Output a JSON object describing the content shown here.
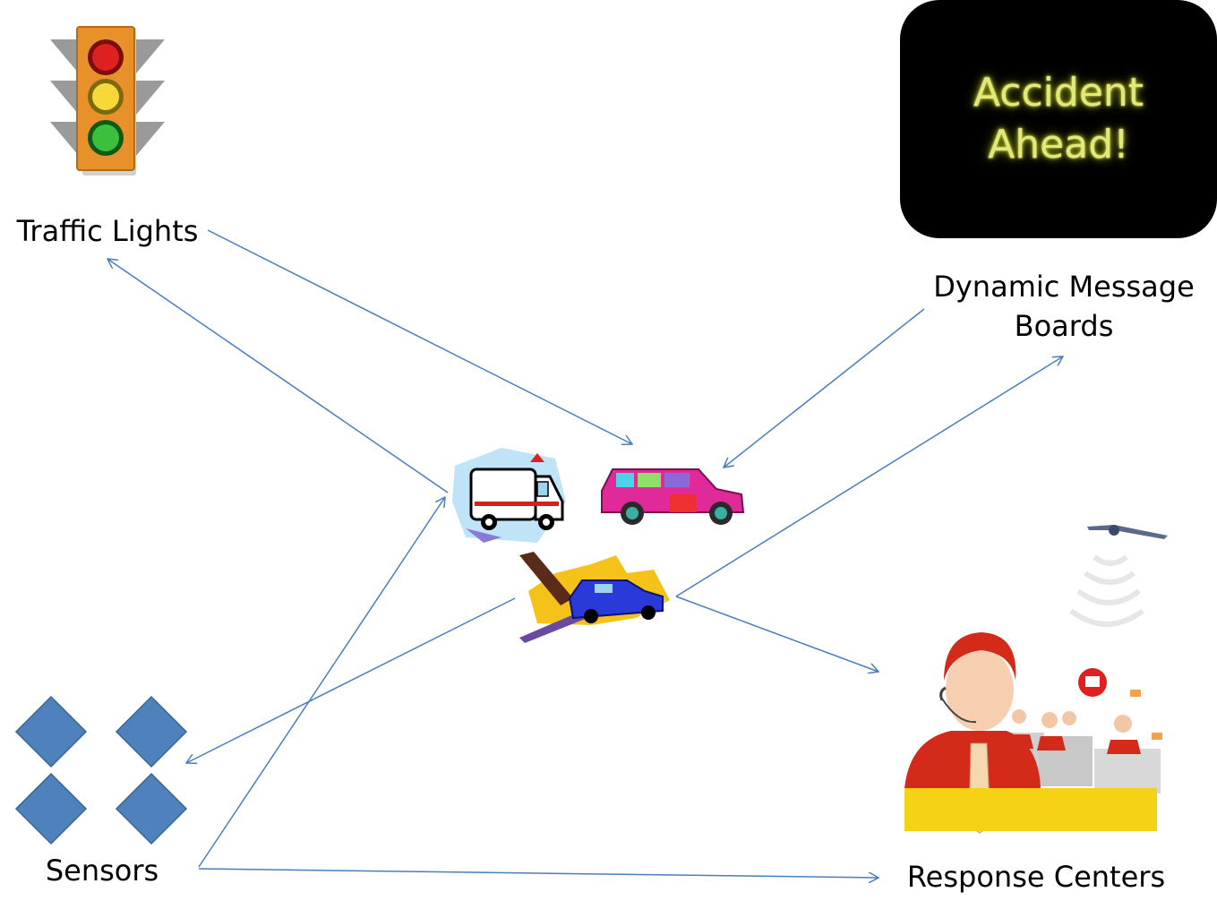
{
  "nodes": {
    "traffic_lights": "Traffic Lights",
    "dynamic_message_boards": "Dynamic Message\nBoards",
    "sensors": "Sensors",
    "response_centers": "Response Centers"
  },
  "message_board": {
    "line1": "Accident",
    "line2": "Ahead!"
  },
  "colors": {
    "arrow": "#4a7ebb",
    "sensor_fill": "#4f81bd",
    "board_bg": "#000000",
    "board_text": "#e4e87a"
  },
  "icons": [
    "traffic-light-icon",
    "ambulance-icon",
    "suv-icon",
    "crashed-car-icon",
    "satellite-icon",
    "call-center-operators-icon",
    "sensor-diamond-icon"
  ]
}
